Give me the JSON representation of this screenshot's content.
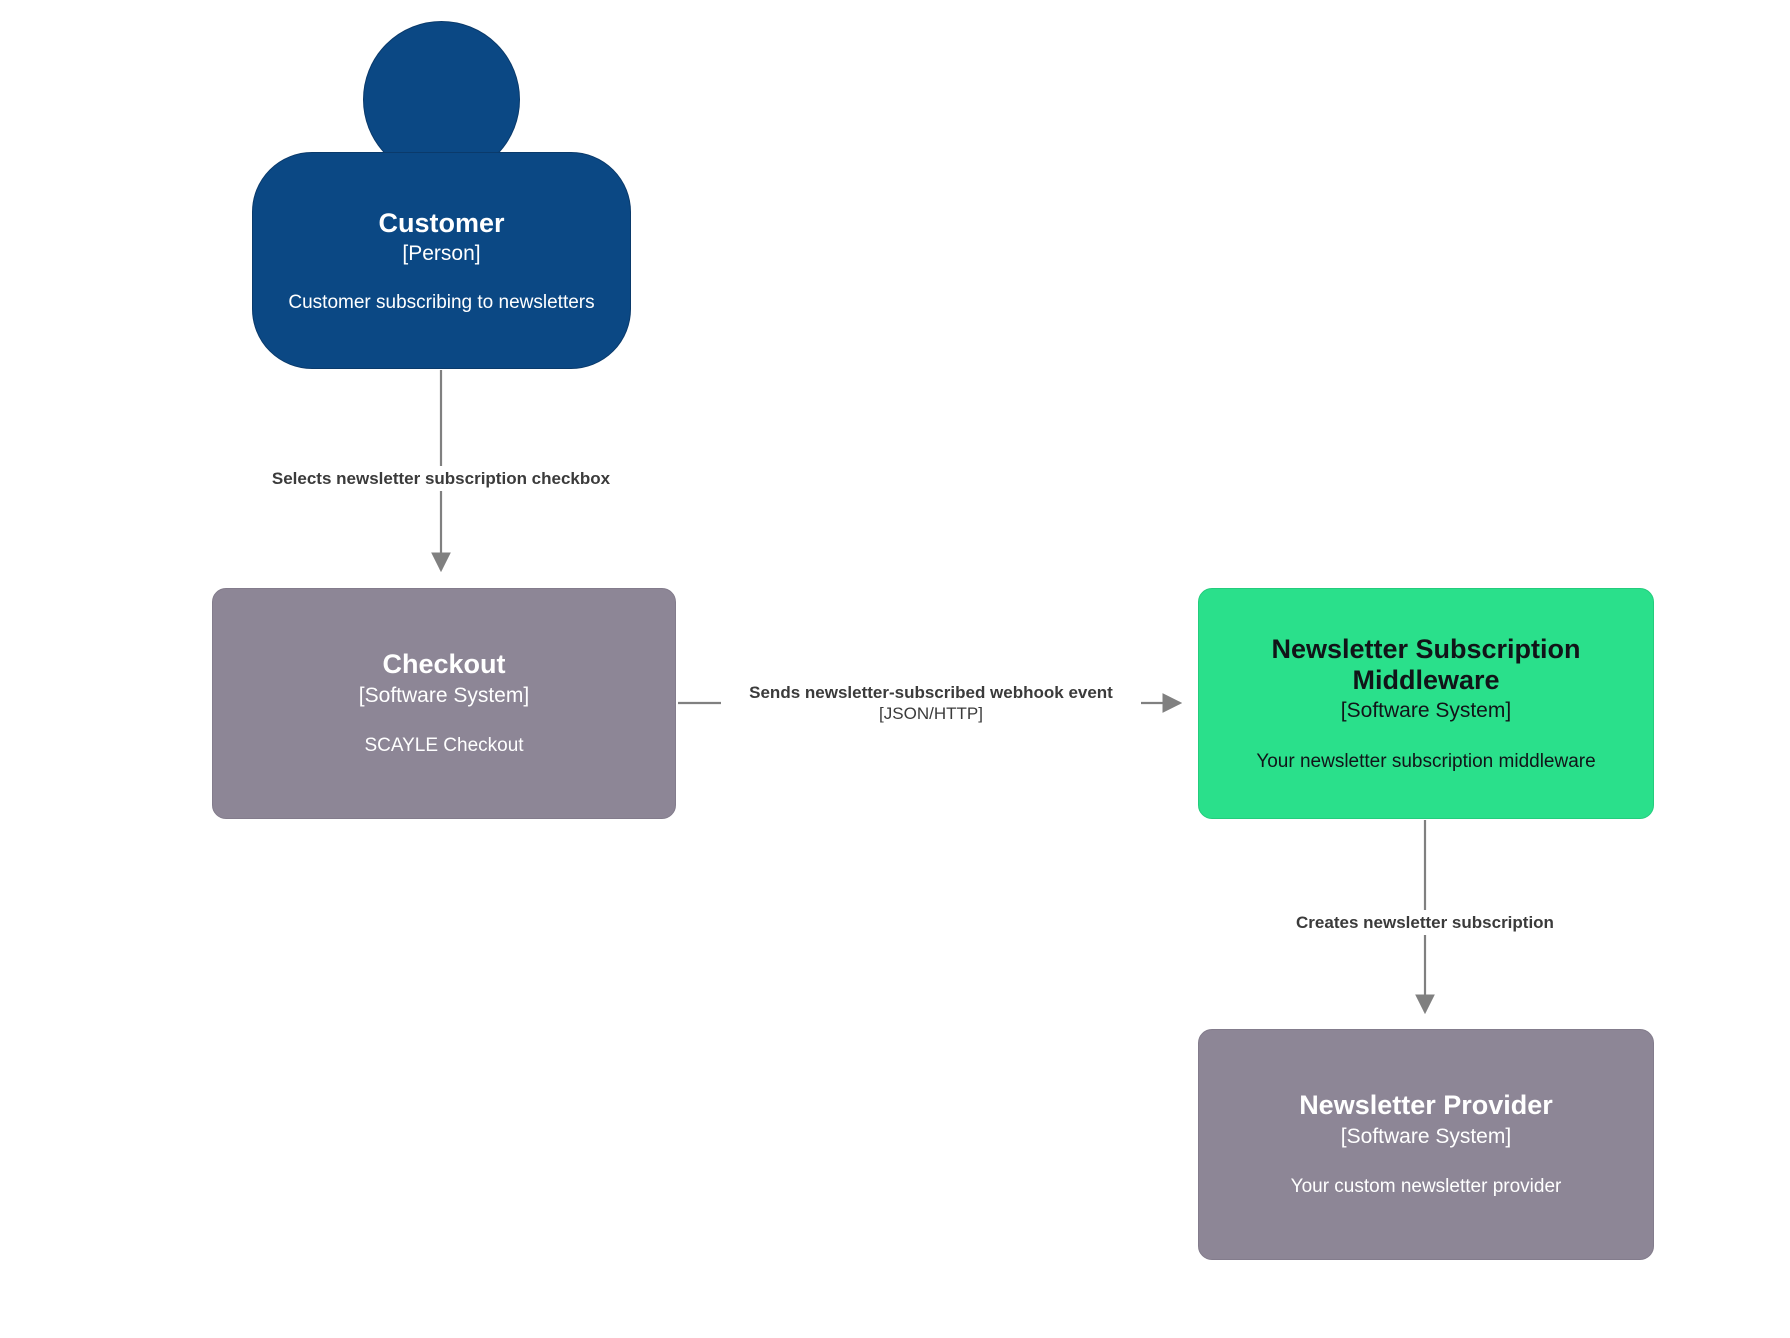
{
  "diagram": {
    "type": "c4-system-context",
    "background": "#ffffff",
    "colors": {
      "person": "#0B4884",
      "software_system": "#8D8696",
      "highlighted_system": "#2AE08B",
      "relationship": "#808080",
      "label_text": "#3B3B3B"
    }
  },
  "nodes": {
    "customer": {
      "name": "Customer",
      "type": "[Person]",
      "description": "Customer subscribing to newsletters",
      "shape": "person",
      "color": "#0B4884"
    },
    "checkout": {
      "name": "Checkout",
      "type": "[Software System]",
      "description": "SCAYLE Checkout",
      "shape": "box",
      "color": "#8D8696"
    },
    "middleware": {
      "name": "Newsletter Subscription Middleware",
      "name_line1": "Newsletter Subscription",
      "name_line2": "Middleware",
      "type": "[Software System]",
      "description": "Your newsletter subscription middleware",
      "shape": "box",
      "color": "#2AE08B"
    },
    "provider": {
      "name": "Newsletter Provider",
      "type": "[Software System]",
      "description": "Your custom newsletter provider",
      "shape": "box",
      "color": "#8D8696"
    }
  },
  "edges": {
    "customer_to_checkout": {
      "label": "Selects newsletter subscription checkbox",
      "technology": "",
      "from": "customer",
      "to": "checkout",
      "direction": "down"
    },
    "checkout_to_middleware": {
      "label": "Sends newsletter-subscribed webhook event",
      "technology": "[JSON/HTTP]",
      "from": "checkout",
      "to": "middleware",
      "direction": "right"
    },
    "middleware_to_provider": {
      "label": "Creates newsletter subscription",
      "technology": "",
      "from": "middleware",
      "to": "provider",
      "direction": "down"
    }
  }
}
